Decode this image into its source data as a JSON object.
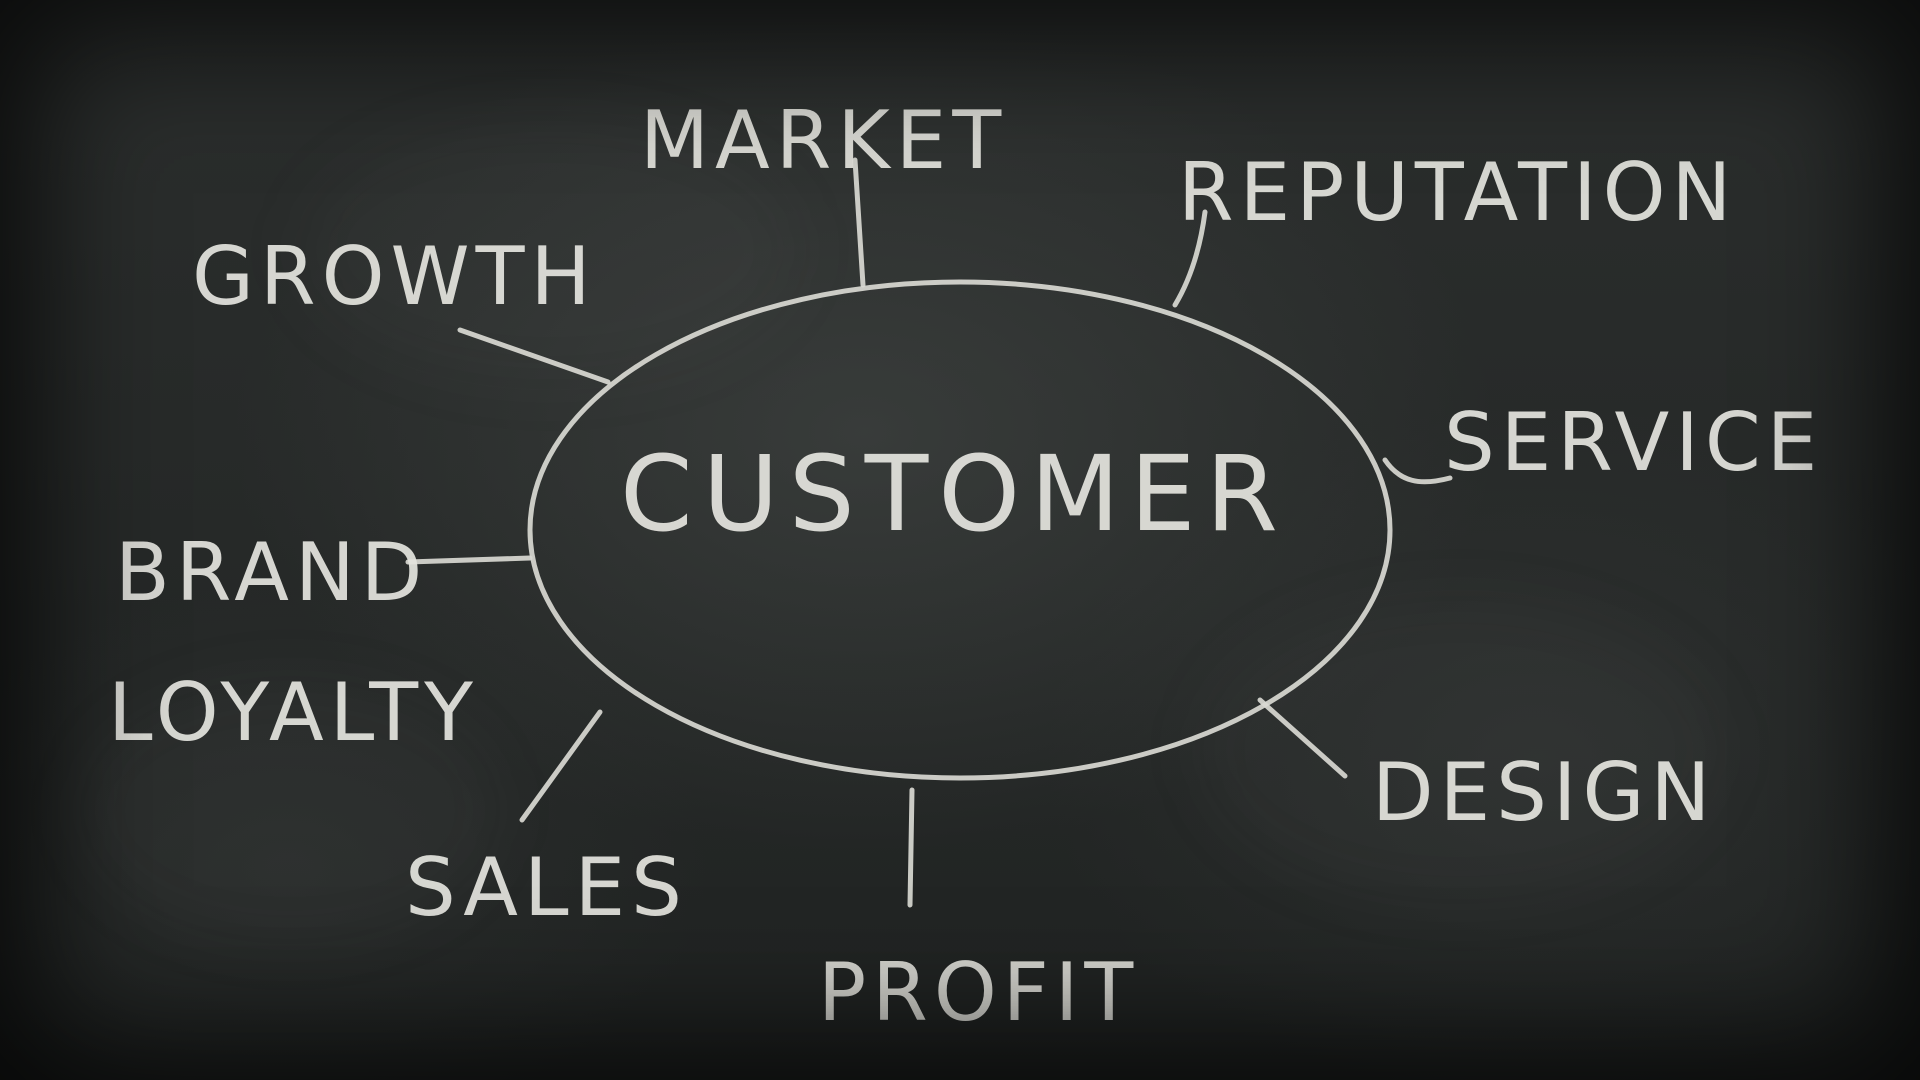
{
  "diagram": {
    "center": "CUSTOMER",
    "nodes": {
      "market": "MARKET",
      "reputation": "REPUTATION",
      "growth": "GROWTH",
      "service": "SERVICE",
      "brand": "BRAND",
      "loyalty": "LOYALTY",
      "design": "DESIGN",
      "sales": "SALES",
      "profit": "PROFIT"
    }
  },
  "colors": {
    "chalk": "#e4e4de",
    "board": "#262928"
  }
}
